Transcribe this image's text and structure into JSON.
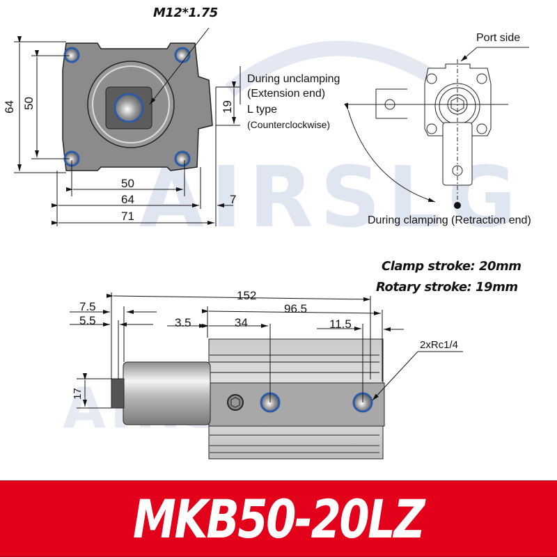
{
  "watermark": {
    "text": "AIRSLG",
    "color": "#dfe5f1"
  },
  "top_left_view": {
    "thread_label": "M12*1.75",
    "dims": {
      "height_outer": "64",
      "height_inner": "50",
      "port_offset": "19",
      "width_inner": "50",
      "width_outer": "64",
      "width_total": "71",
      "port_extra": "7"
    }
  },
  "top_right_view": {
    "port_side": "Port side",
    "unclamping_line1": "During unclamping",
    "unclamping_line2": "(Extension end)",
    "type_line1": "L type",
    "type_line2": "(Counterclockwise)",
    "clamping": "During clamping (Retraction end)"
  },
  "side_view": {
    "clamp_stroke": "Clamp stroke: 20mm",
    "rotary_stroke": "Rotary stroke: 19mm",
    "dims": {
      "total": "152",
      "body": "96.5",
      "d7_5": "7.5",
      "d5_5": "5.5",
      "d3_5": "3.5",
      "d34": "34",
      "d11_5": "11.5",
      "d17": "17"
    },
    "port_label": "2xRc1/4"
  },
  "banner": {
    "model": "MKB50-20LZ",
    "color": "#e2001a"
  }
}
